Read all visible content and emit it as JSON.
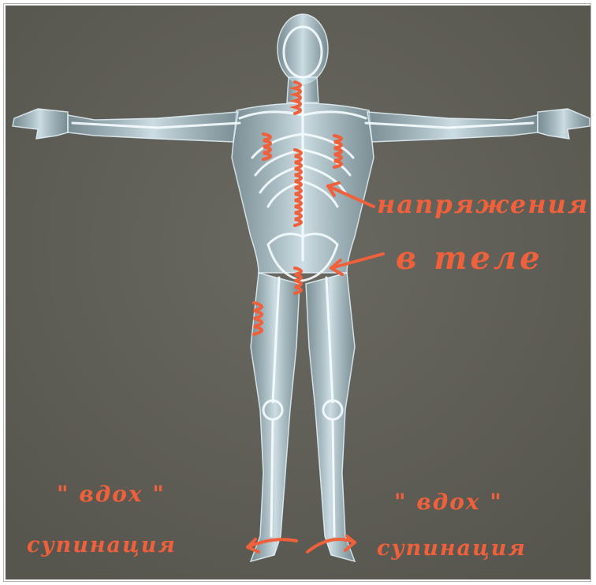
{
  "annotations": {
    "tension": "напряжения",
    "in_body": "в теле",
    "inhale_left": "\" вдох \"",
    "inhale_right": "\" вдох \"",
    "supination_left": "супинация",
    "supination_right": "супинация"
  },
  "colors": {
    "background": "#5f5e56",
    "body": "#d4ecf6",
    "bones": "#f2fbff",
    "ink": "#f0603a"
  }
}
